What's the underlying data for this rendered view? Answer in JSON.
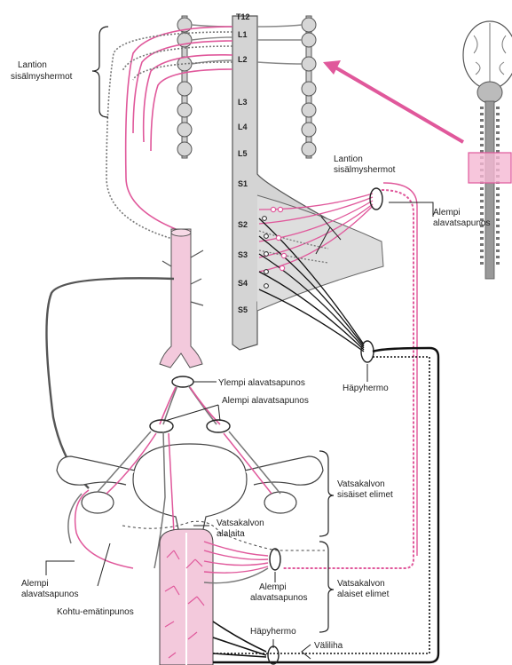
{
  "segments": {
    "t12": "T12",
    "l1": "L1",
    "l2": "L2",
    "l3": "L3",
    "l4": "L4",
    "l5": "L5",
    "s1": "S1",
    "s2": "S2",
    "s3": "S3",
    "s4": "S4",
    "s5": "S5"
  },
  "labels": {
    "lumbar_left_1": "Lantion",
    "lumbar_left_2": "sisälmyshermot",
    "lumbar_right_1": "Lantion",
    "lumbar_right_2": "sisälmyshermot",
    "lower_hypo_right_1": "Alempi",
    "lower_hypo_right_2": "alavatsapunos",
    "pudendal_right": "Häpyhermo",
    "superior_hypo": "Ylempi alavatsapunos",
    "inferior_hypo_top": "Alempi alavatsapunos",
    "peritoneal_inner_1": "Vatsakalvon",
    "peritoneal_inner_2": "sisäiset elimet",
    "peritoneal_edge_1": "Vatsakalvon",
    "peritoneal_edge_2": "alalaita",
    "lower_hypo_left_1": "Alempi",
    "lower_hypo_left_2": "alavatsapunos",
    "uterovaginal": "Kohtu-emätinpunos",
    "lower_hypo_mid_1": "Alempi",
    "lower_hypo_mid_2": "alavatsapunos",
    "peritoneal_lower_1": "Vatsakalvon",
    "peritoneal_lower_2": "alaiset elimet",
    "pudendal_bottom": "Häpyhermo",
    "perineum": "Väliliha"
  },
  "colors": {
    "parasympathetic": "#e0589b",
    "sympathetic": "#6b6b6b",
    "somatic": "#111111",
    "organ_fill": "#f3c9dc",
    "cord_fill": "#d4d4d4"
  }
}
